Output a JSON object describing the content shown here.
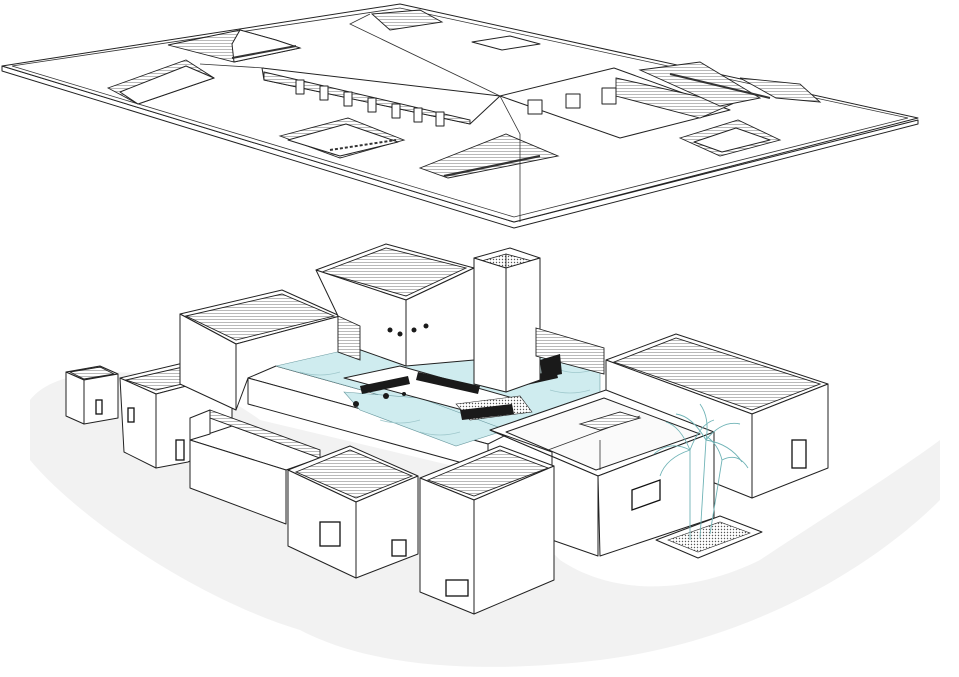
{
  "figure": {
    "type": "exploded-axonometric-architectural-drawing",
    "layers": [
      "roof-slab",
      "building-volumes"
    ],
    "colors": {
      "line": "#222222",
      "water": "#cfecef",
      "ground-shadow": "#f2f2f2",
      "plant": "#6fb3b6",
      "background": "#ffffff"
    }
  }
}
